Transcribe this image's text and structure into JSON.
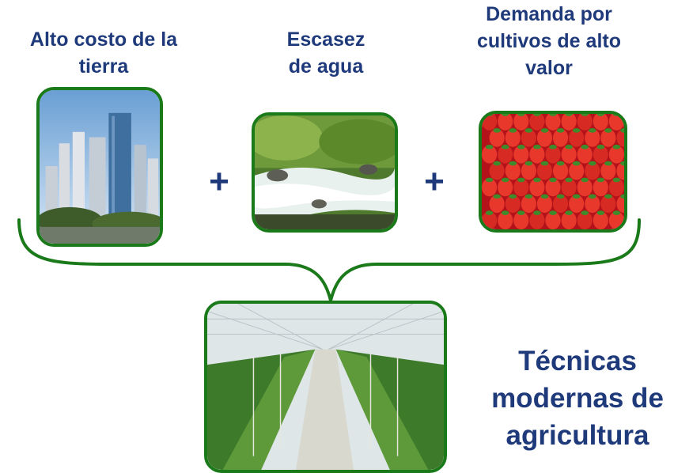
{
  "inputs": [
    {
      "label": "Alto costo de la\ntierra",
      "image": "city-skyline"
    },
    {
      "label": "Escasez\nde agua",
      "image": "river-rapids"
    },
    {
      "label": "Demanda por\ncultivos de alto\nvalor",
      "image": "strawberries"
    }
  ],
  "operators": [
    "+",
    "+"
  ],
  "output": {
    "label": "Técnicas\nmodernas de\nagricultura",
    "image": "greenhouse"
  },
  "colors": {
    "text": "#1f3a7a",
    "frame": "#1a7a1a",
    "brace": "#1a7a1a"
  }
}
